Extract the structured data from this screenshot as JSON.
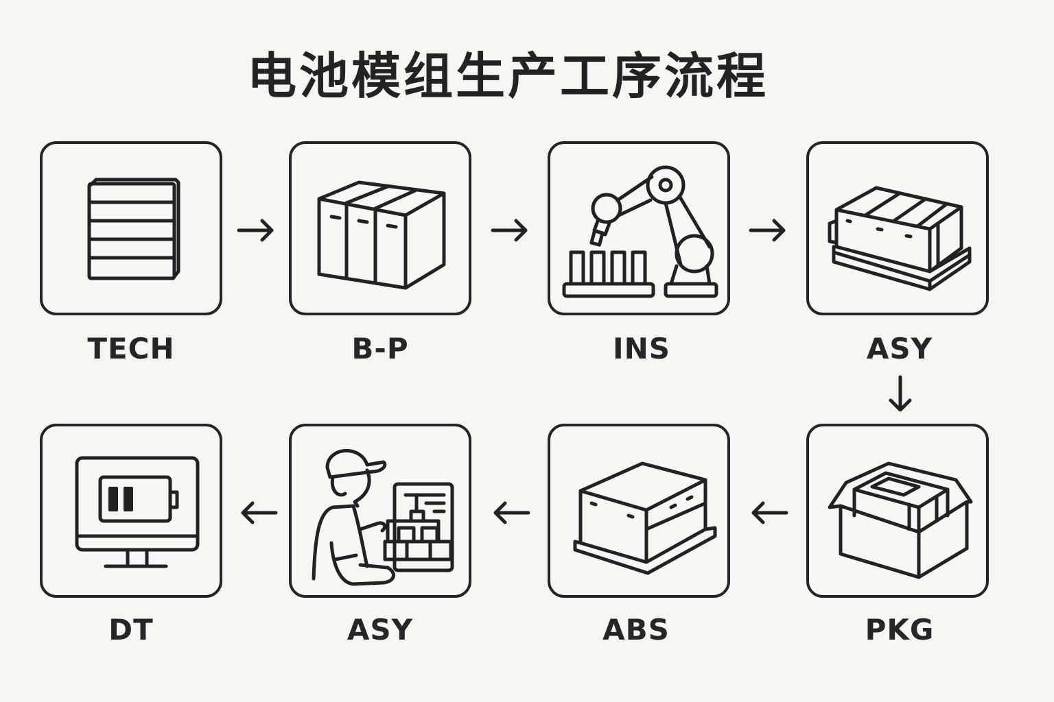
{
  "title": "电池模组生产工序流程",
  "steps": [
    {
      "label": "TECH",
      "icon": "stacked-cells-icon"
    },
    {
      "label": "B-P",
      "icon": "battery-pack-icon"
    },
    {
      "label": "INS",
      "icon": "robot-arm-icon"
    },
    {
      "label": "ASY",
      "icon": "module-on-tray-icon"
    },
    {
      "label": "PKG",
      "icon": "packaging-box-icon"
    },
    {
      "label": "ABS",
      "icon": "sealed-module-icon"
    },
    {
      "label": "ASY",
      "icon": "worker-assembly-icon"
    },
    {
      "label": "DT",
      "icon": "monitor-battery-icon"
    }
  ],
  "flow_order": [
    "TECH",
    "B-P",
    "INS",
    "ASY",
    "PKG",
    "ABS",
    "ASY",
    "DT"
  ],
  "colors": {
    "background": "#f6f5f2",
    "stroke": "#222222"
  }
}
